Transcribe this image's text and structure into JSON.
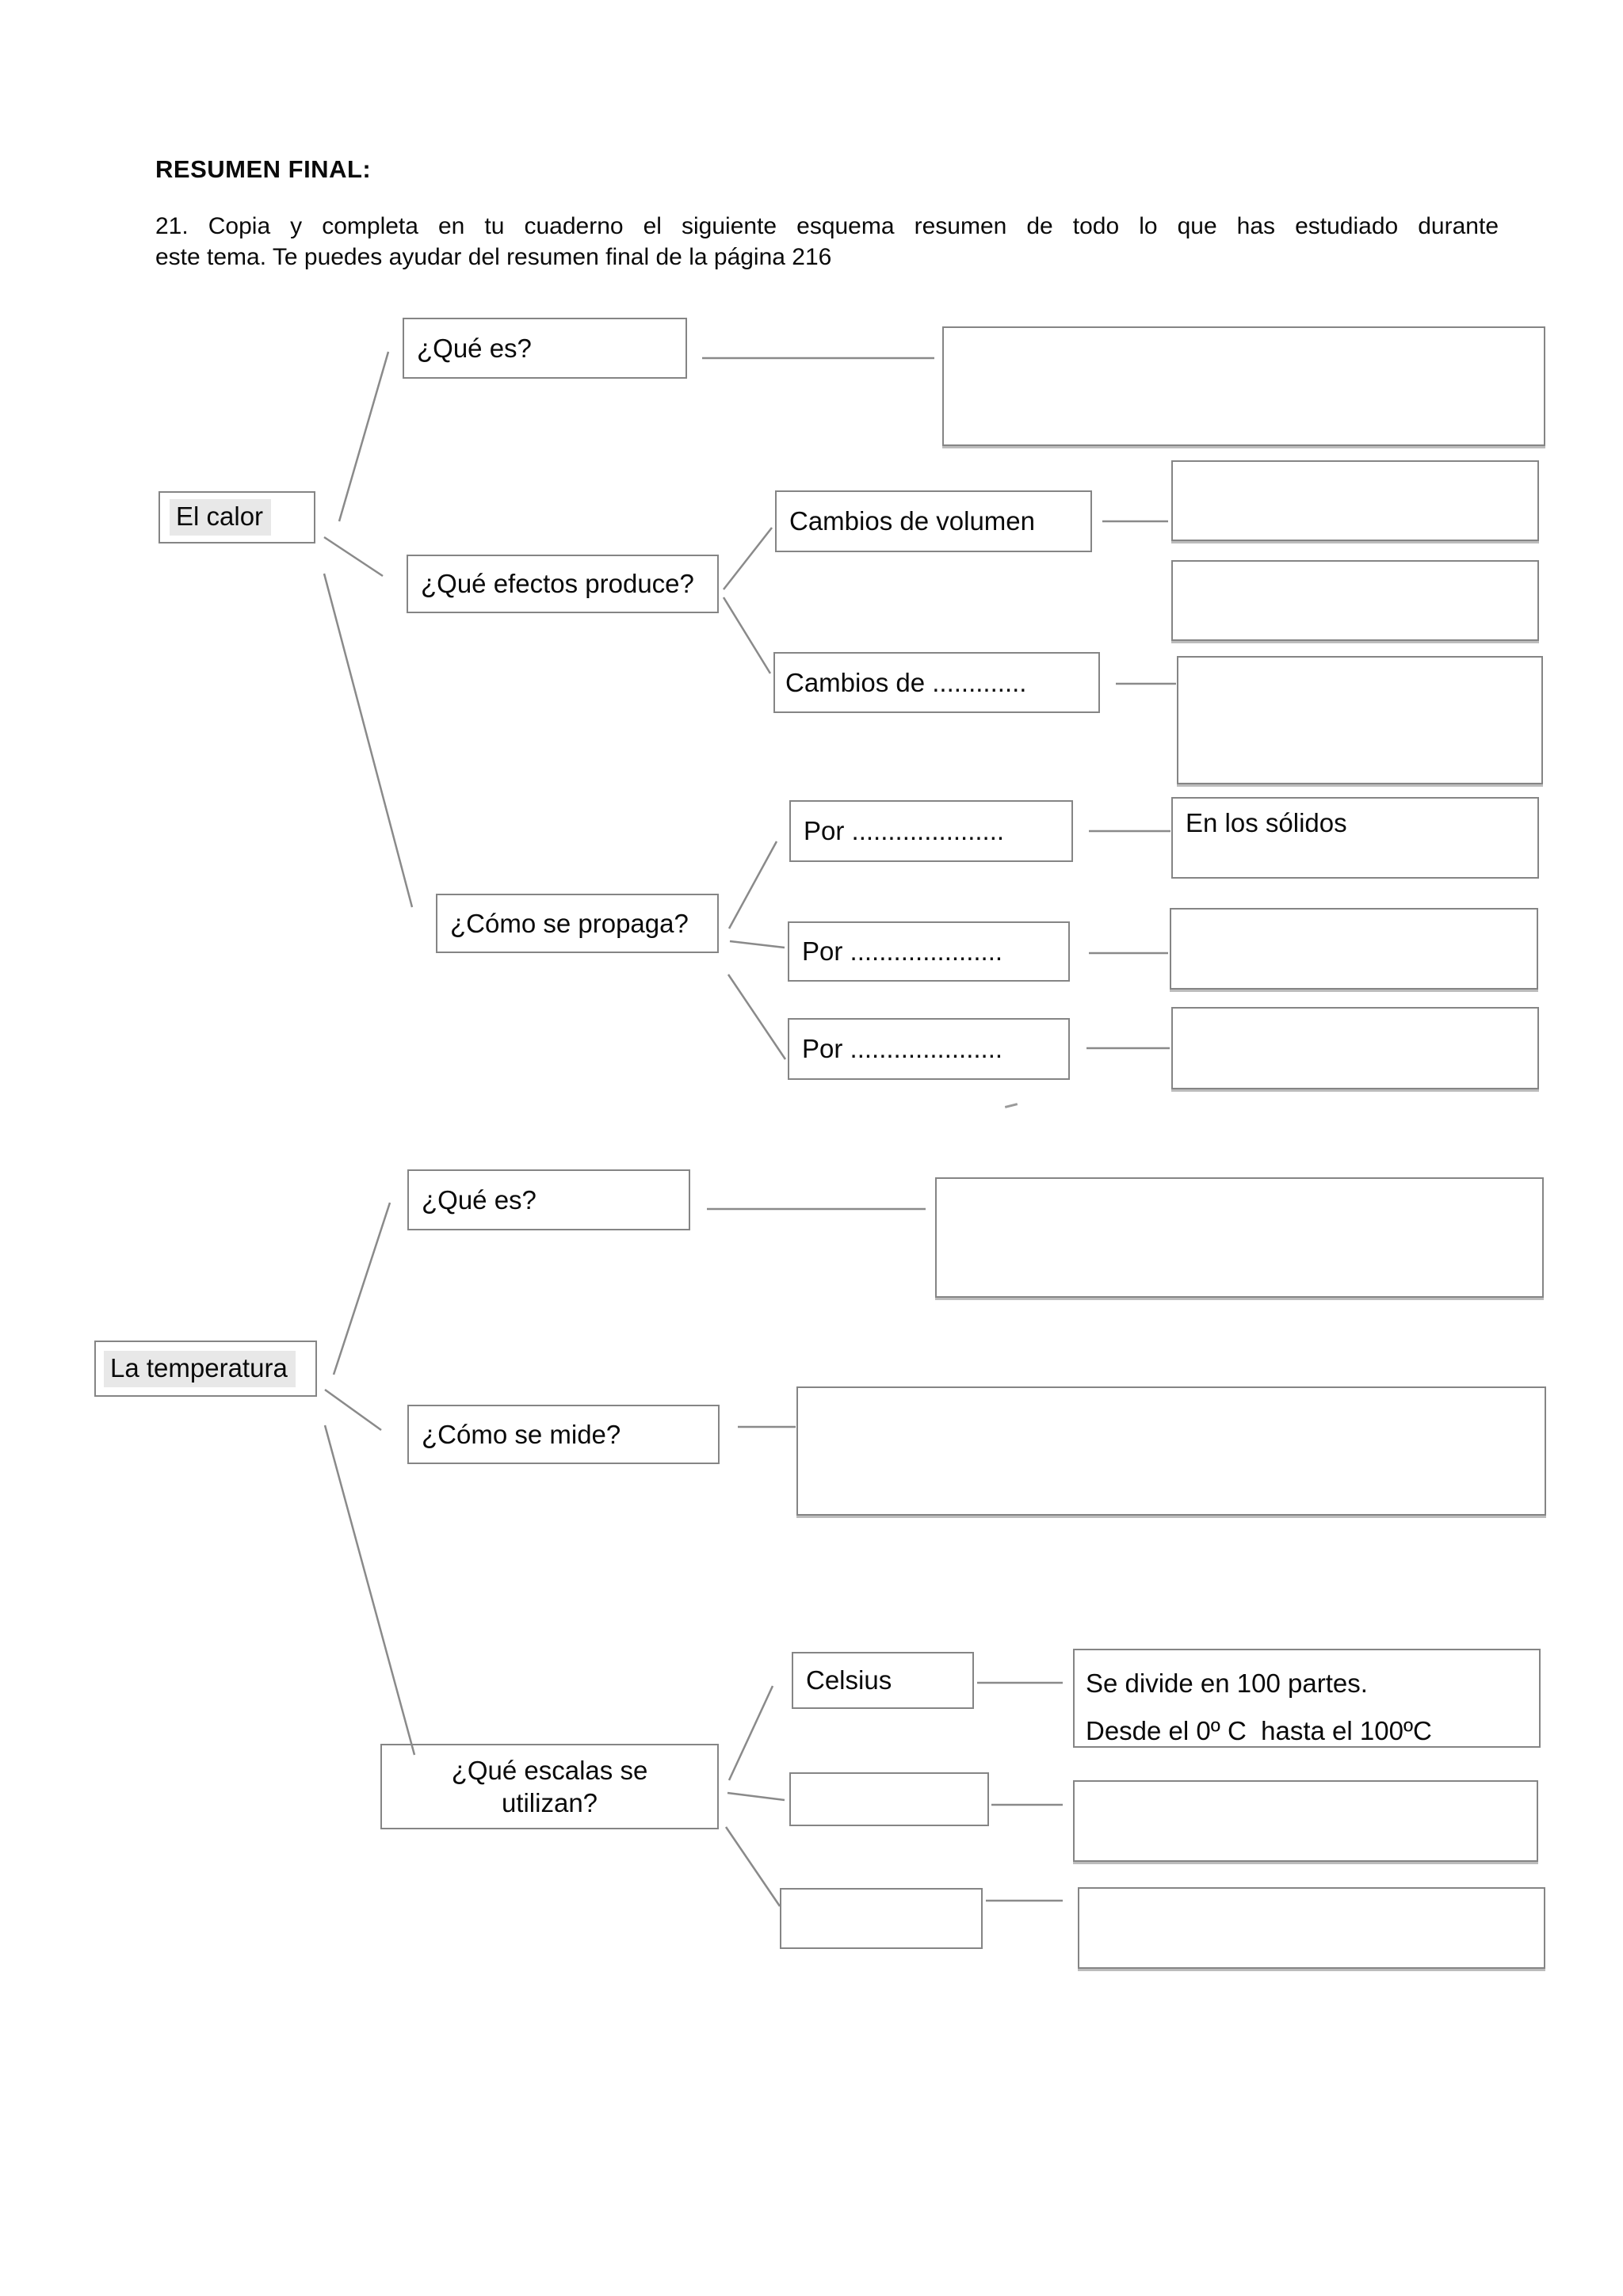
{
  "header": {
    "title": "RESUMEN FINAL:",
    "instruction_line1": "21. Copia y completa en tu cuaderno el siguiente esquema resumen de todo lo que has estudiado durante",
    "instruction_line2": "este tema. Te puedes ayudar del resumen final de la página 216"
  },
  "calor": {
    "root_label": "El calor",
    "que_es_label": "¿Qué es?",
    "efectos_label": "¿Qué efectos produce?",
    "propaga_label": "¿Cómo se propaga?",
    "cambios_volumen_label": "Cambios de volumen",
    "cambios_de_label": "Cambios de .............",
    "por1_label": "Por .....................",
    "por2_label": "Por .....................",
    "por3_label": "Por .....................",
    "en_solidos_label": "En los sólidos"
  },
  "temperatura": {
    "root_label": "La temperatura",
    "que_es_label": "¿Qué es?",
    "como_mide_label": "¿Cómo se mide?",
    "escalas_line1": "¿Qué escalas se",
    "escalas_line2": "utilizan?",
    "celsius_label": "Celsius",
    "celsius_desc_line1": "Se divide en 100 partes.",
    "celsius_desc_line2": "Desde el 0º C  hasta el 100ºC"
  }
}
